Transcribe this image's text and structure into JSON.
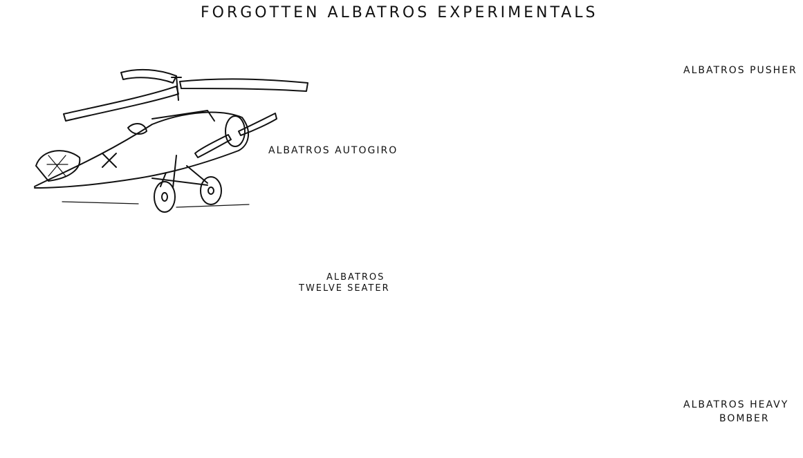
{
  "title": "FORGOTTEN ALBATROS EXPERIMENTALS",
  "aircraft": [
    {
      "name": "ALBATROS AUTOGIRO"
    },
    {
      "name": "ALBATROS PUSHER"
    },
    {
      "name_line1": "ALBATROS",
      "name_line2": "TWELVE SEATER"
    },
    {
      "name_line1": "ALBATROS HEAVY",
      "name_line2": "BOMBER"
    }
  ]
}
